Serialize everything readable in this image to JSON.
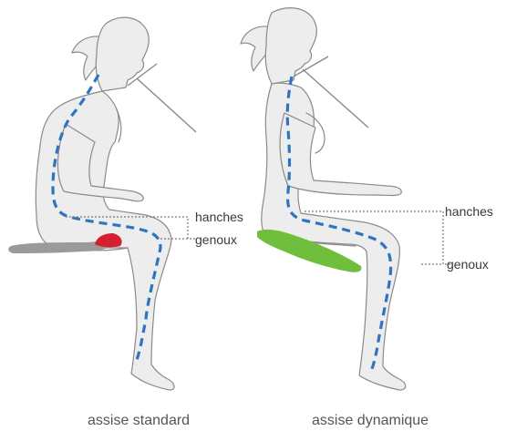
{
  "colors": {
    "posture_line": "#2e74c0",
    "standard_seat": "#9a9a9a",
    "pressure_point": "#d42030",
    "dynamic_seat": "#6fbe3c",
    "figure_outline": "#8a8a8a",
    "figure_fill": "#ededed"
  },
  "panels": [
    {
      "caption": "assise standard",
      "labels": {
        "hips": "hanches",
        "knees": "genoux"
      }
    },
    {
      "caption": "assise dynamique",
      "labels": {
        "hips": "hanches",
        "knees": "genoux"
      }
    }
  ]
}
